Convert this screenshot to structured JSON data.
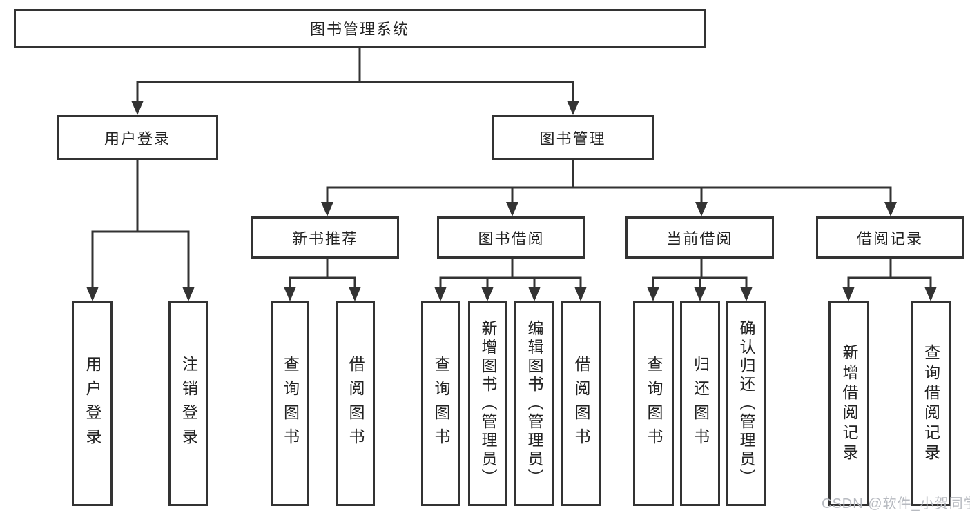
{
  "style": {
    "background": "#ffffff",
    "line_color": "#333333",
    "box_fill": "#ffffff",
    "text_color": "#222222",
    "watermark_color": "#b7bac0"
  },
  "watermark": {
    "text": "CSDN @软件_小贺同学"
  },
  "diagram": {
    "title": "图书管理系统",
    "branches": [
      {
        "label": "用户登录",
        "leaves": [
          "用户登录",
          "注销登录"
        ]
      },
      {
        "label": "图书管理",
        "groups": [
          {
            "label": "新书推荐",
            "leaves": [
              "查询图书",
              "借阅图书"
            ]
          },
          {
            "label": "图书借阅",
            "leaves": [
              "查询图书",
              "新增图书（管理员）",
              "编辑图书（管理员）",
              "借阅图书"
            ]
          },
          {
            "label": "当前借阅",
            "leaves": [
              "查询图书",
              "归还图书",
              "确认归还（管理员）"
            ]
          },
          {
            "label": "借阅记录",
            "leaves": [
              "新增借阅记录",
              "查询借阅记录"
            ]
          }
        ]
      }
    ]
  }
}
